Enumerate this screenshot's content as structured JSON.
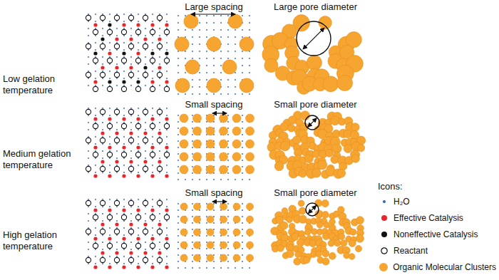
{
  "diagram": {
    "labels": [
      "Low gelation temperature",
      "Medium gelation temperature",
      "High gelation temperature",
      "Large spacing",
      "Large pore diameter",
      "Small spacing",
      "Small pore diameter",
      "Small spacing",
      "Small pore diameter",
      "Icons:"
    ],
    "legend": [
      {
        "text": "H₂O",
        "color": "#2e5fbf"
      },
      {
        "text": "Effective Catalysis",
        "color": "#e8262b"
      },
      {
        "text": "Noneffective Catalysis",
        "color": "#111111"
      },
      {
        "text": "Reactant"
      },
      {
        "text": "Organic Molecular Clusters",
        "color": "#f7a531"
      }
    ]
  }
}
